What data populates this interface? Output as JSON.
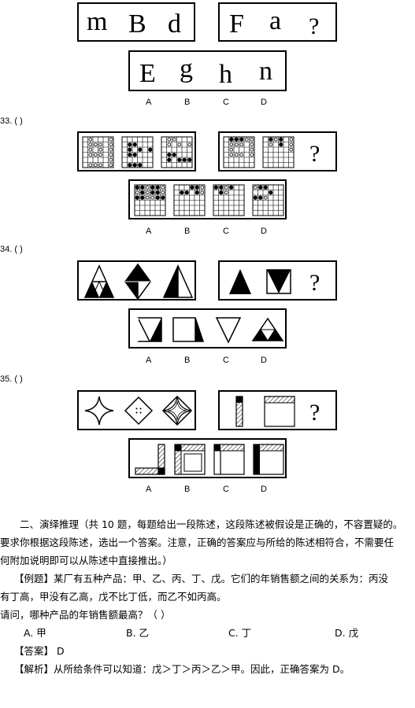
{
  "q32": {
    "left_letters": [
      "m",
      "B",
      "d"
    ],
    "right_letters": [
      "F",
      "a",
      "?"
    ],
    "options": [
      "E",
      "g",
      "h",
      "n"
    ]
  },
  "option_labels": [
    "A",
    "B",
    "C",
    "D"
  ],
  "q33": {
    "number": "33.  (      )",
    "question_mark": "?"
  },
  "q34": {
    "number": "34.  (      )",
    "question_mark": "?"
  },
  "q35": {
    "number": "35.  (      )",
    "question_mark": "?"
  },
  "section": {
    "intro_line1": "二、演绎推理（共 10 题，每题给出一段陈述，这段陈述被假设是正确的，不容置疑的。",
    "intro_line2": "要求你根据这段陈述，选出一个答案。注意，正确的答案应与所给的陈述相符合，不需要任",
    "intro_line3": "何附加说明即可以从陈述中直接推出。）",
    "example_line1": "【例题】某厂有五种产品：甲、乙、丙、丁、戊。它们的年销售额之间的关系为：丙没",
    "example_line2": "有丁高，甲没有乙高，戊不比丁低，而乙不如丙高。",
    "question": "请问，哪种产品的年销售额最高？（ ）",
    "choices": [
      "A. 甲",
      "B. 乙",
      "C. 丁",
      "D. 戊"
    ],
    "answer": "【答案】 D",
    "analysis": "【解析】从所给条件可以知道：戊＞丁＞丙＞乙＞甲。因此，正确答案为 D。"
  }
}
